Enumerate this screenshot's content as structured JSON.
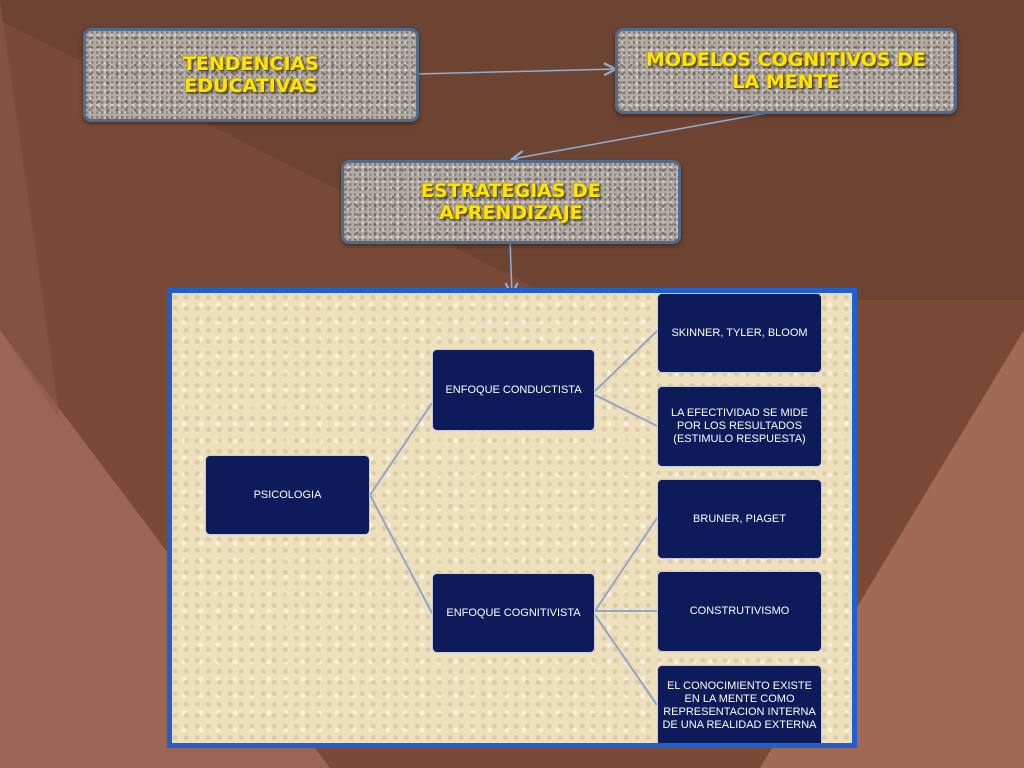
{
  "slide": {
    "accent_border": "#4f6b8e",
    "title_text_color": "#ffe400",
    "panel_border_color": "#1e5fd1",
    "node_fill": "#0d1b5a"
  },
  "boxes": {
    "tendencias": "TENDENCIAS EDUCATIVAS",
    "modelos": "MODELOS COGNITIVOS DE LA MENTE",
    "estrategias": "ESTRATEGIAS DE APRENDIZAJE"
  },
  "tree": {
    "root": "PSICOLOGIA",
    "branch1": "ENFOQUE CONDUCTISTA",
    "branch1_leaf1": "SKINNER, TYLER, BLOOM",
    "branch1_leaf2": "LA EFECTIVIDAD SE MIDE POR LOS RESULTADOS (ESTIMULO RESPUESTA)",
    "branch2": "ENFOQUE COGNITIVISTA",
    "branch2_leaf1": "BRUNER, PIAGET",
    "branch2_leaf2": "CONSTRUTIVISMO",
    "branch2_leaf3": "EL CONOCIMIENTO EXISTE EN LA MENTE COMO REPRESENTACION INTERNA DE UNA REALIDAD EXTERNA"
  }
}
